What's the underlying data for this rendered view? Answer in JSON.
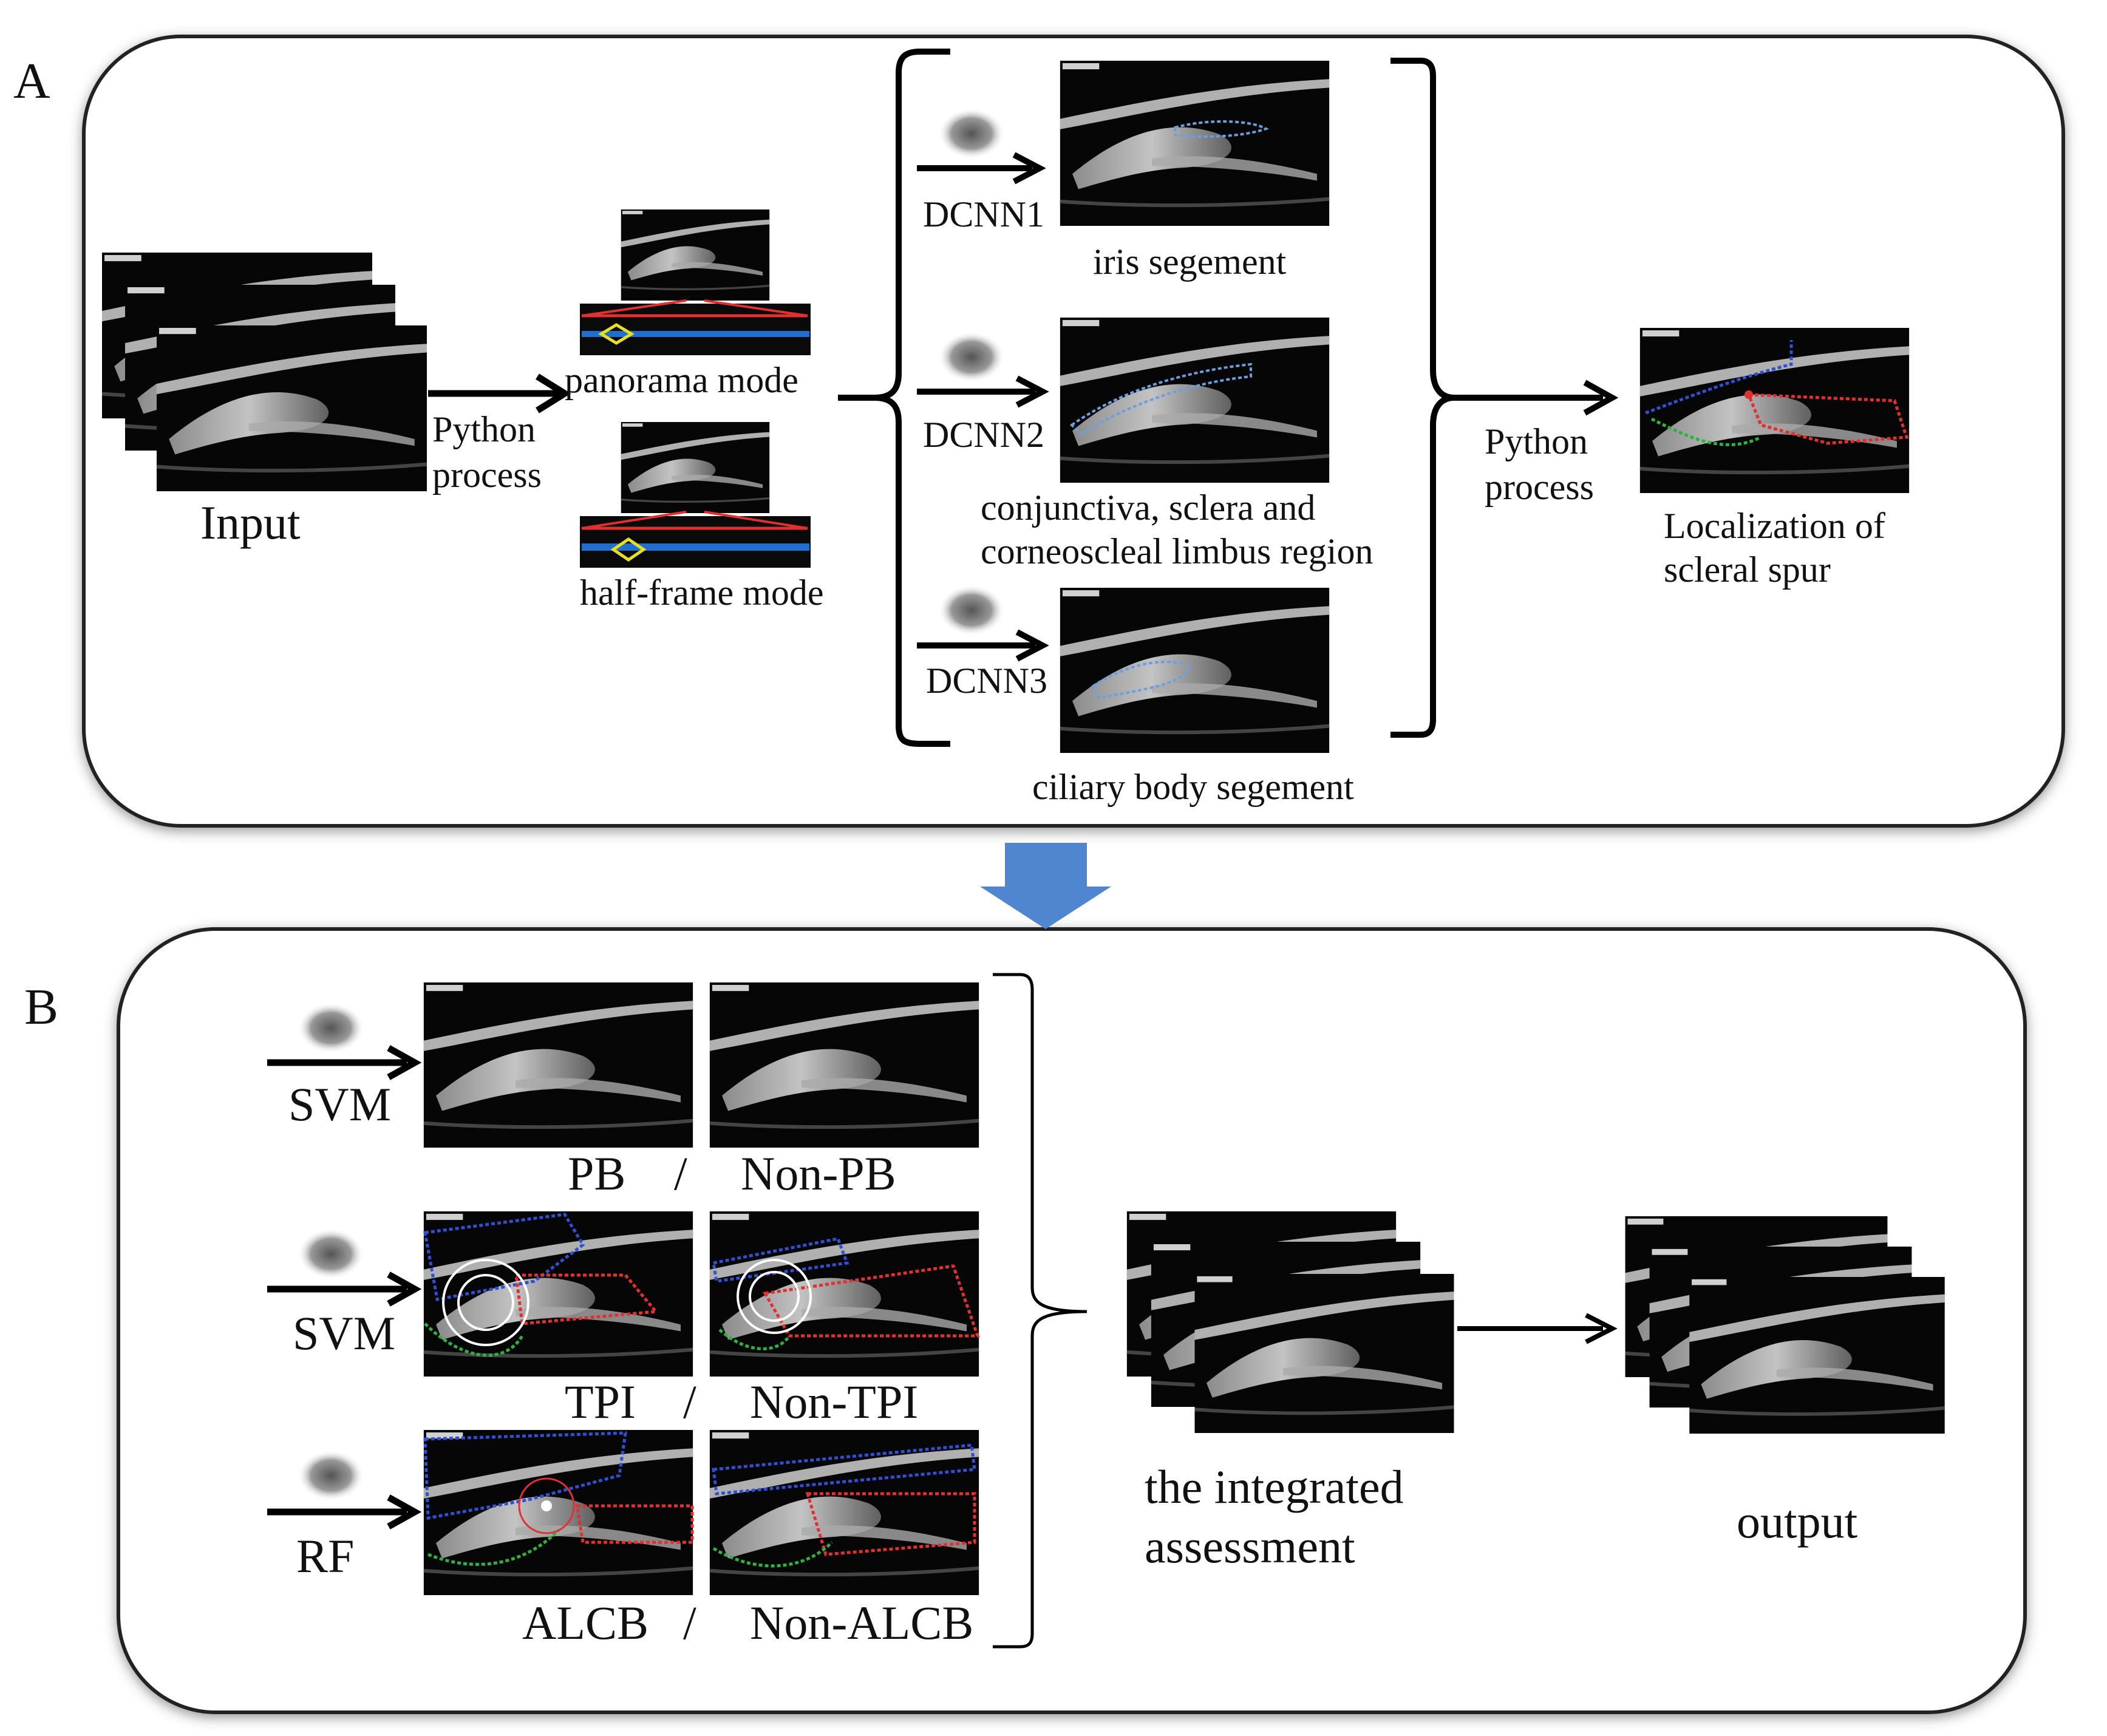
{
  "panel_a": {
    "letter": "A",
    "input_label": "Input",
    "python_process_1": "Python\nprocess",
    "panorama_label": "panorama mode",
    "halfframe_label": "half-frame mode",
    "dcnn1": "DCNN1",
    "dcnn2": "DCNN2",
    "dcnn3": "DCNN3",
    "iris_label": "iris segement",
    "conj_label": "conjunctiva, sclera and\ncorneoscleal limbus region",
    "ciliary_label": "ciliary body segement",
    "python_process_2": "Python\nprocess",
    "localization_label": "Localization of\nscleral spur"
  },
  "panel_b": {
    "letter": "B",
    "svm_1": "SVM",
    "svm_2": "SVM",
    "rf": "RF",
    "pb": "PB",
    "non_pb": "Non-PB",
    "tpi": "TPI",
    "non_tpi": "Non-TPI",
    "alcb": "ALCB",
    "non_alcb": "Non-ALCB",
    "slash": "/",
    "integrated_label": "the integrated\nassessment",
    "output_label": "output"
  },
  "colors": {
    "panel_border": "#1a1a1a",
    "down_arrow": "#4f86cf",
    "mask_blue": "#3050d0",
    "mask_red": "#e03030",
    "mask_green": "#30b040",
    "scale_bar": "#1e6fd0",
    "marker_yellow": "#e6e020"
  }
}
